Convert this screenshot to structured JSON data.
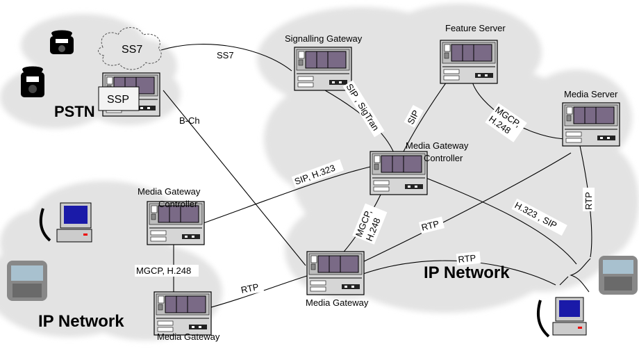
{
  "clouds": {
    "pstn": "PSTN",
    "ip_left": "IP Network",
    "ip_right": "IP Network",
    "ss7": "SS7",
    "ssp": "SSP"
  },
  "nodes": {
    "signalling_gateway": "Signalling Gateway",
    "feature_server": "Feature Server",
    "media_server": "Media Server",
    "mgc_center_line1": "Media Gateway",
    "mgc_center_line2": "Controller",
    "mgc_left_line1": "Media Gateway",
    "mgc_left_line2": "Controller",
    "mg_left": "Media Gateway",
    "mg_center": "Media Gateway"
  },
  "links": {
    "ss7": "SS7",
    "bch": "B-Ch",
    "sip_sigtran": "SIP , SigTran",
    "sip": "SIP",
    "mgcp_h248_right_1": "MGCP,",
    "mgcp_h248_right_2": "H.248",
    "sip_h323": "SIP, H.323",
    "mgcp_h248_center_1": "MGCP,",
    "mgcp_h248_center_2": "H.248",
    "rtp_center": "RTP",
    "rtp_bottom": "RTP",
    "rtp_left": "RTP",
    "rtp_right": "RTP",
    "h323_sip": "H.323 , SIP",
    "mgcp_h248_left": "MGCP, H.248"
  }
}
